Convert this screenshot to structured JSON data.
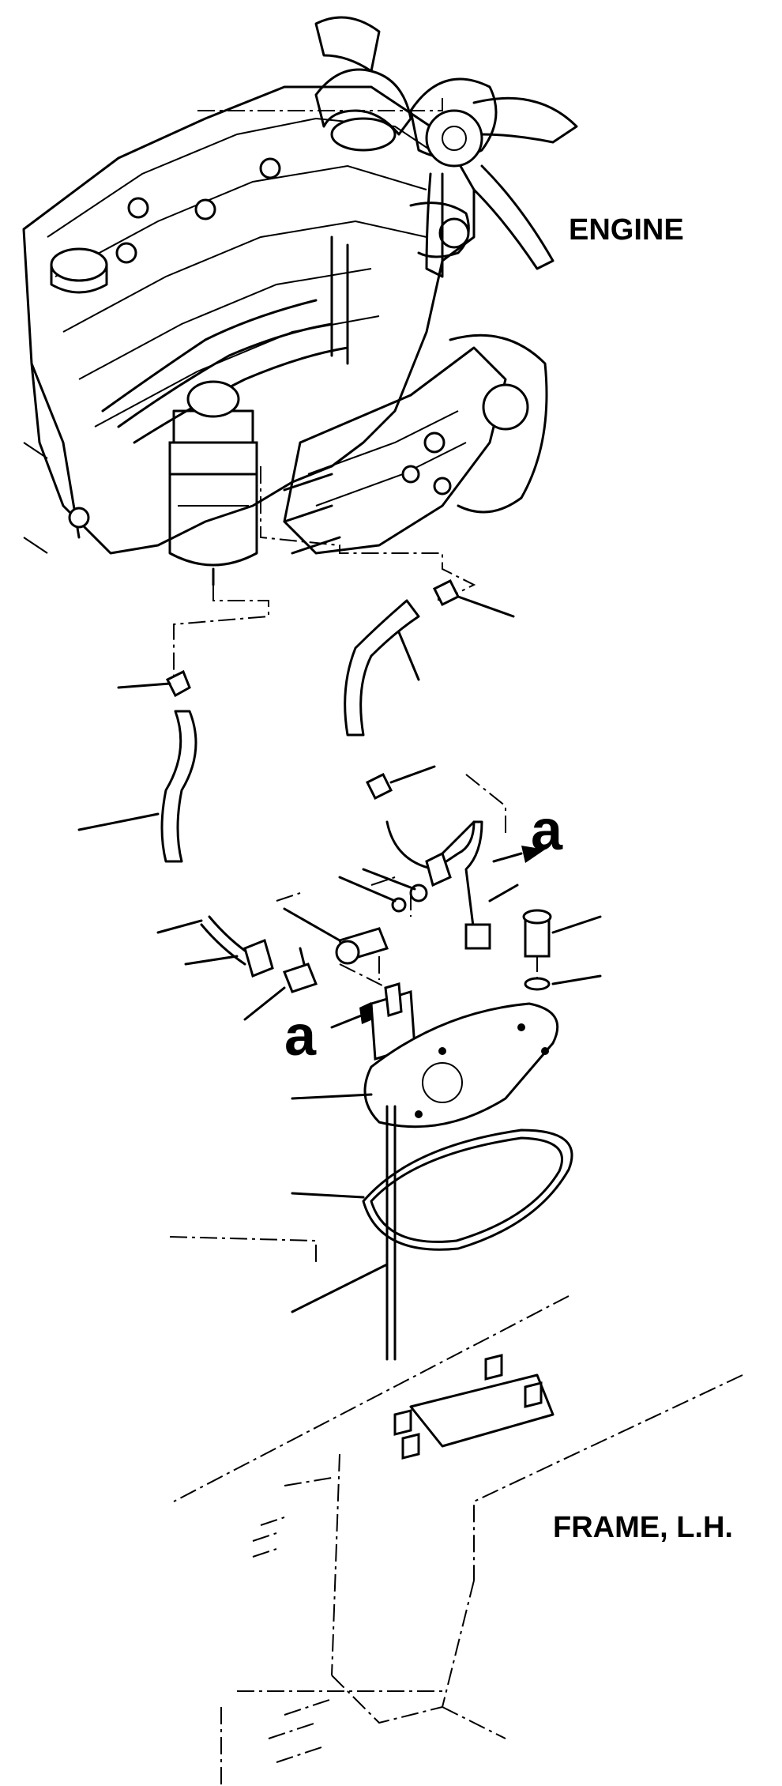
{
  "labels": {
    "engine": "ENGINE",
    "frame": "FRAME, L.H.",
    "connection_a_top": "a",
    "connection_a_bottom": "a"
  },
  "colors": {
    "line": "#000000",
    "background": "#ffffff"
  }
}
